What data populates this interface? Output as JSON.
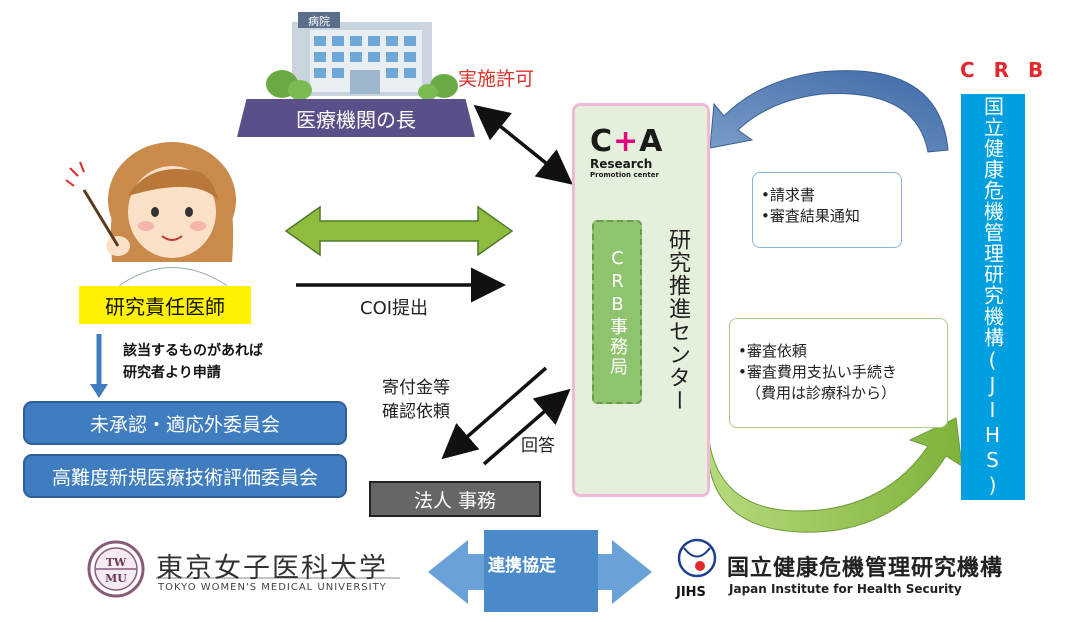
{
  "hospital": {
    "sign": "病院",
    "head_label": "医療機関の長"
  },
  "approval_label": "実施許可",
  "crb_title": "C R B",
  "jihs_pillar_label": "国立健康危機管理研究機構(JIHS)",
  "center": {
    "logo_main_left": "C",
    "logo_main_plus": "+",
    "logo_main_right": "A",
    "logo_sub1": "Research",
    "logo_sub2": "Promotion center",
    "crb_office": "CRB事務局",
    "label": "研究推進センター"
  },
  "invoice_box": {
    "items": [
      "•請求書",
      "•審査結果通知"
    ]
  },
  "request_box": {
    "items": [
      "•審査依頼",
      "•審査費用支払い手続き",
      "（費用は診療科から）"
    ]
  },
  "doctor": {
    "label": "研究責任医師"
  },
  "apply_note": {
    "line1": "該当するものがあれば",
    "line2": "研究者より申請"
  },
  "committees": [
    "未承認・適応外委員会",
    "高難度新規医療技術評価委員会"
  ],
  "coi_label": "COI提出",
  "donation_label": {
    "line1": "寄付金等",
    "line2": "確認依頼"
  },
  "answer_label": "回答",
  "corp_office": "法人 事務",
  "agreement_label": "連携協定",
  "twmu": {
    "emblem_top": "TW",
    "emblem_bottom": "MU",
    "name": "東京女子医科大学",
    "sub": "TOKYO WOMEN'S MEDICAL UNIVERSITY"
  },
  "jihs": {
    "mark": "JIHS",
    "name": "国立健康危機管理研究機構",
    "sub": "Japan Institute for Health Security"
  },
  "colors": {
    "hospital_head": "#5b4f8a",
    "jihs_blue": "#00a0e0",
    "green_arrow": "#8fbc3f",
    "committee_blue": "#3f7dc0",
    "highlight_yellow": "#fff200",
    "accent_red": "#e0282e",
    "magenta": "#e5007f"
  }
}
